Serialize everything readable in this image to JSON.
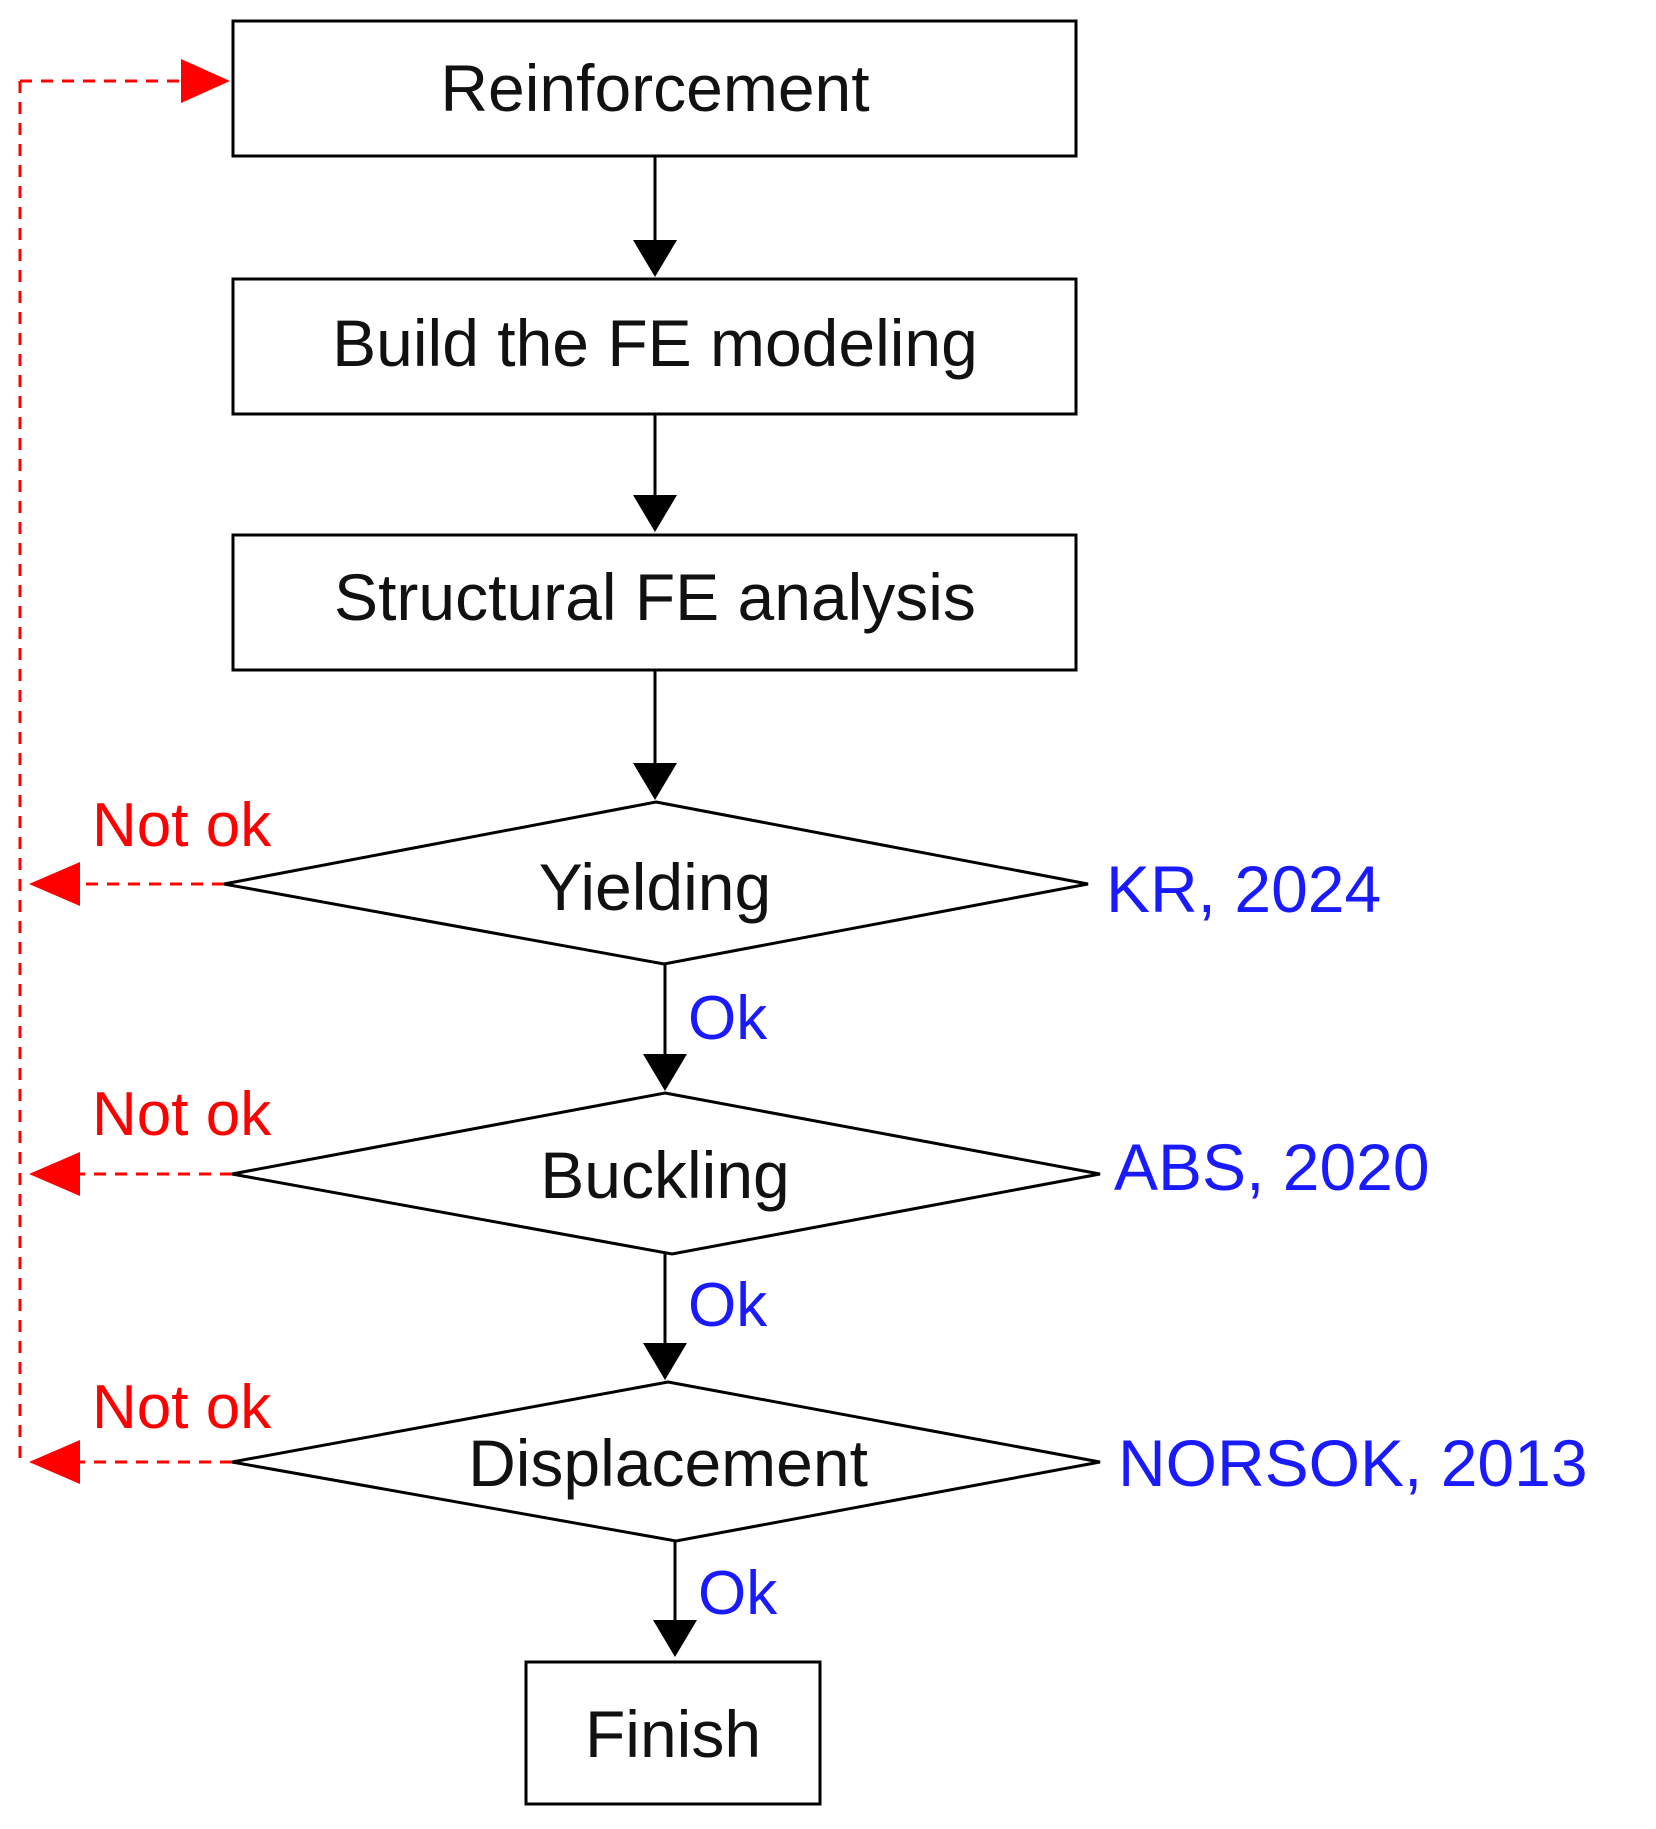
{
  "colors": {
    "stroke": "#000000",
    "ok": "#1a1aff",
    "not_ok": "#ff0000",
    "standard": "#1a1aff"
  },
  "nodes": {
    "reinforcement": "Reinforcement",
    "build": "Build the FE modeling",
    "analysis": "Structural FE analysis",
    "yielding": "Yielding",
    "buckling": "Buckling",
    "displacement": "Displacement",
    "finish": "Finish"
  },
  "labels": {
    "ok_1": "Ok",
    "ok_2": "Ok",
    "ok_3": "Ok",
    "not_ok_1": "Not ok",
    "not_ok_2": "Not ok",
    "not_ok_3": "Not ok"
  },
  "standards": {
    "yielding": "KR, 2024",
    "buckling": "ABS, 2020",
    "displacement": "NORSOK, 2013"
  }
}
